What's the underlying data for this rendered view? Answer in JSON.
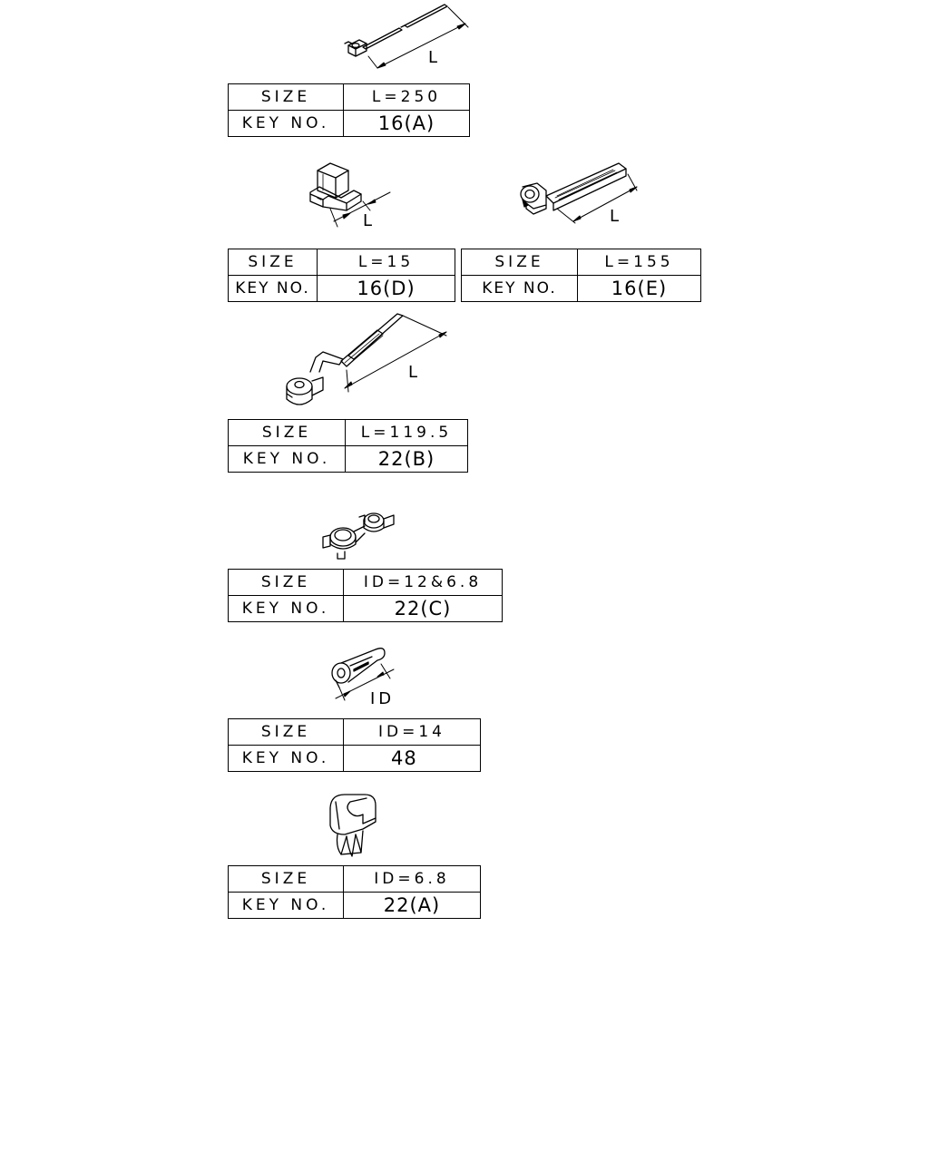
{
  "labels": {
    "size": "SIZE",
    "key_no": "KEY NO."
  },
  "parts": [
    {
      "id": "p1",
      "dimension_label": "L",
      "size": "L=250",
      "key_no": "16(A)"
    },
    {
      "id": "p2",
      "dimension_label": "L",
      "size": "L=15",
      "key_no": "16(D)"
    },
    {
      "id": "p3",
      "dimension_label": "L",
      "size": "L=155",
      "key_no": "16(E)"
    },
    {
      "id": "p4",
      "dimension_label": "L",
      "size": "L=119.5",
      "key_no": "22(B)"
    },
    {
      "id": "p5",
      "dimension_label": "",
      "size": "ID=12&6.8",
      "key_no": "22(C)"
    },
    {
      "id": "p6",
      "dimension_label": "ID",
      "size": "ID=14",
      "key_no": "48"
    },
    {
      "id": "p7",
      "dimension_label": "",
      "size": "ID=6.8",
      "key_no": "22(A)"
    }
  ]
}
